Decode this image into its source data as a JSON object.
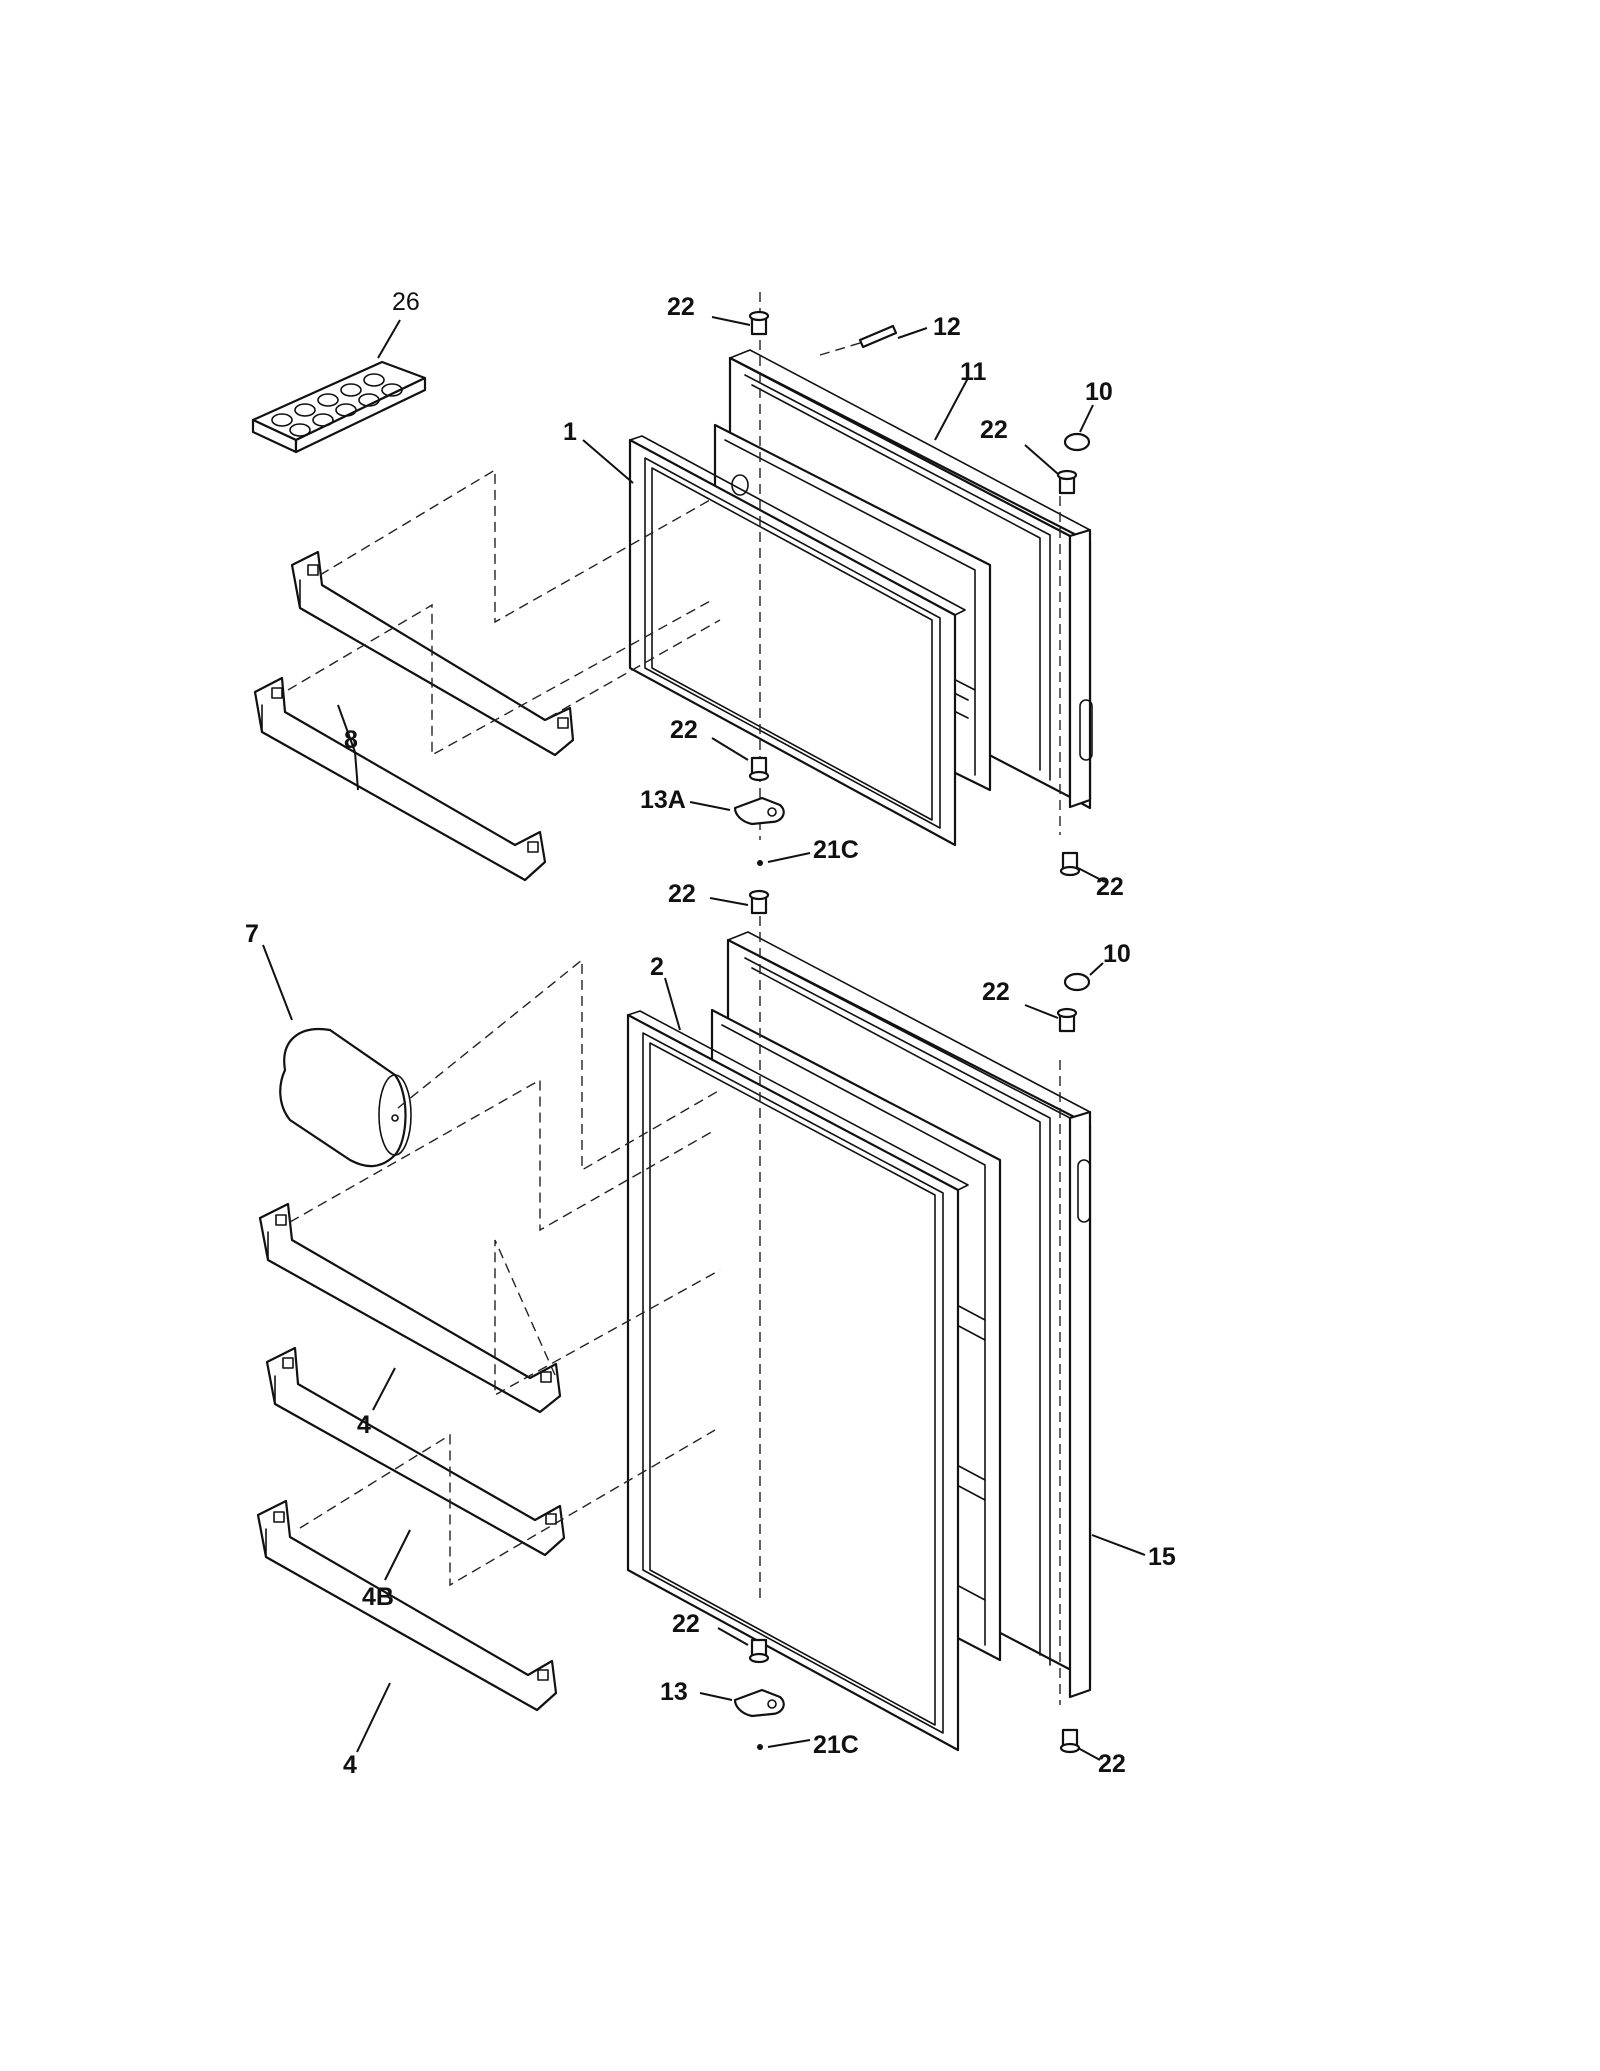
{
  "diagram": {
    "labels": {
      "l26": "26",
      "l22a": "22",
      "l12": "12",
      "l11": "11",
      "l10a": "10",
      "l22b": "22",
      "l1": "1",
      "l8": "8",
      "l22c": "22",
      "l13A": "13A",
      "l21Ca": "21C",
      "l22d": "22",
      "l22e": "22",
      "l7": "7",
      "l2": "2",
      "l10b": "10",
      "l22f": "22",
      "l4a": "4",
      "l4B": "4B",
      "l15": "15",
      "l22g": "22",
      "l13": "13",
      "l21Cb": "21C",
      "l22h": "22",
      "l4b": "4"
    }
  }
}
